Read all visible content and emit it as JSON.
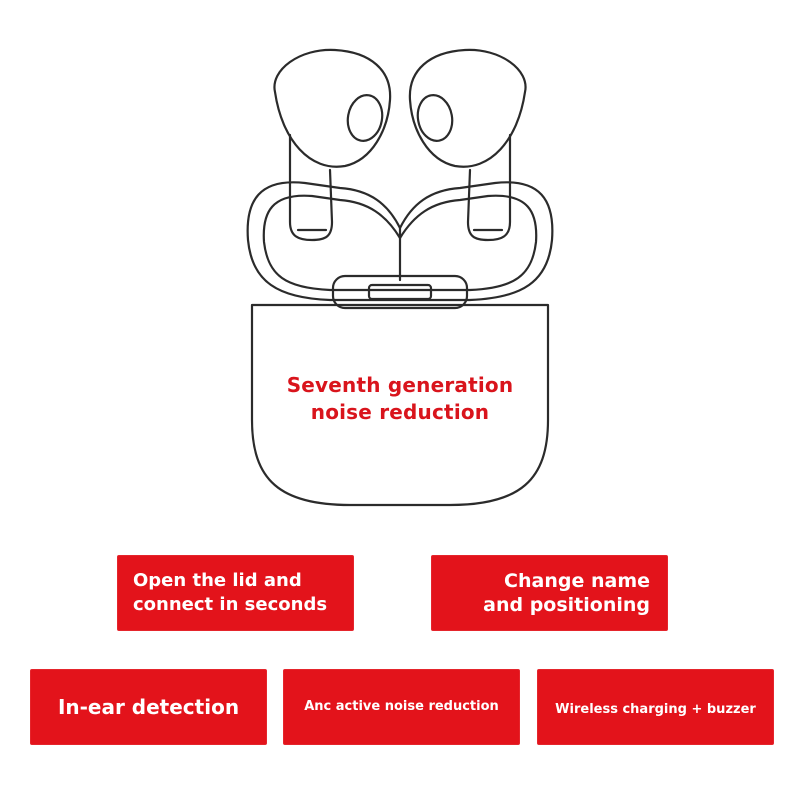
{
  "case_label": {
    "line1": "Seventh generation",
    "line2": "noise reduction"
  },
  "features": [
    {
      "line1": "Open the lid and",
      "line2": "connect in seconds"
    },
    {
      "line1": "Change name",
      "line2": "and positioning"
    },
    {
      "line1": "In-ear detection"
    },
    {
      "line1": "Anc active noise reduction"
    },
    {
      "line1": "Wireless charging + buzzer"
    }
  ],
  "colors": {
    "accent_red": "#e3131b",
    "text_red": "#d9141c",
    "line_art": "#2b2b2b"
  },
  "icons": [
    "left-earbud-icon",
    "right-earbud-icon",
    "charging-case-icon"
  ]
}
